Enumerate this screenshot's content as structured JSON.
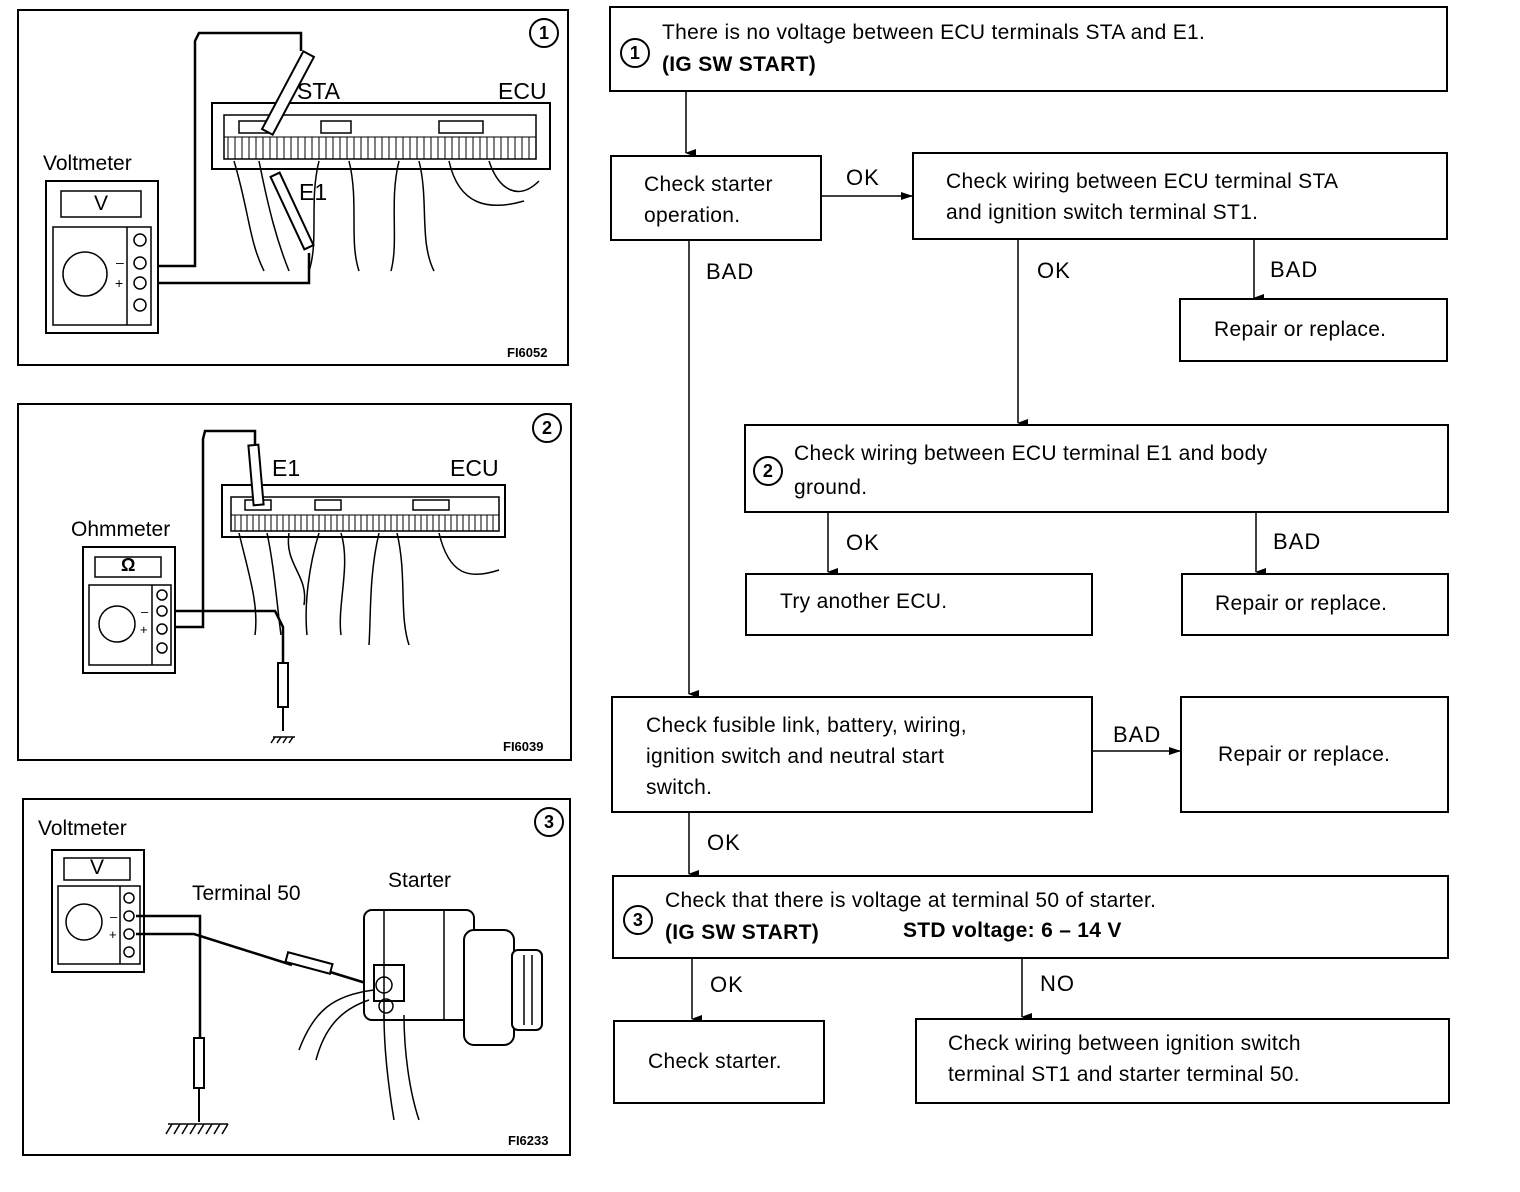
{
  "figures": {
    "fig1": {
      "number": "1",
      "meter_label": "Voltmeter",
      "meter_symbol": "V",
      "terminal_a": "STA",
      "terminal_b": "E1",
      "unit_label": "ECU",
      "code": "FI6052"
    },
    "fig2": {
      "number": "2",
      "meter_label": "Ohmmeter",
      "meter_symbol": "Ω",
      "terminal": "E1",
      "unit_label": "ECU",
      "code": "FI6039"
    },
    "fig3": {
      "number": "3",
      "meter_label": "Voltmeter",
      "meter_symbol": "V",
      "terminal_label": "Terminal 50",
      "starter_label": "Starter",
      "code": "FI6233"
    }
  },
  "flowchart": {
    "step1": {
      "number": "1",
      "line1": "There is no voltage between ECU terminals STA and E1.",
      "line2": "(IG SW START)"
    },
    "check_starter_op": "Check starter\noperation.",
    "check_wiring_sta": "Check wiring between ECU terminal STA\nand ignition switch terminal ST1.",
    "repair1": "Repair or replace.",
    "step2": {
      "number": "2",
      "text": "Check wiring between ECU terminal E1 and body\nground."
    },
    "try_ecu": "Try another ECU.",
    "repair2": "Repair or replace.",
    "check_fusible": "Check fusible link, battery, wiring,\nignition switch and neutral start\nswitch.",
    "repair3": "Repair or replace.",
    "step3": {
      "number": "3",
      "line1": "Check that there is voltage at terminal 50 of starter.",
      "line2_a": "(IG SW START)",
      "line2_b": "STD voltage:   6 – 14 V"
    },
    "check_starter": "Check starter.",
    "check_wiring_st1": "Check wiring between ignition switch\nterminal ST1 and starter terminal 50.",
    "labels": {
      "ok": "OK",
      "bad": "BAD",
      "no": "NO"
    }
  }
}
